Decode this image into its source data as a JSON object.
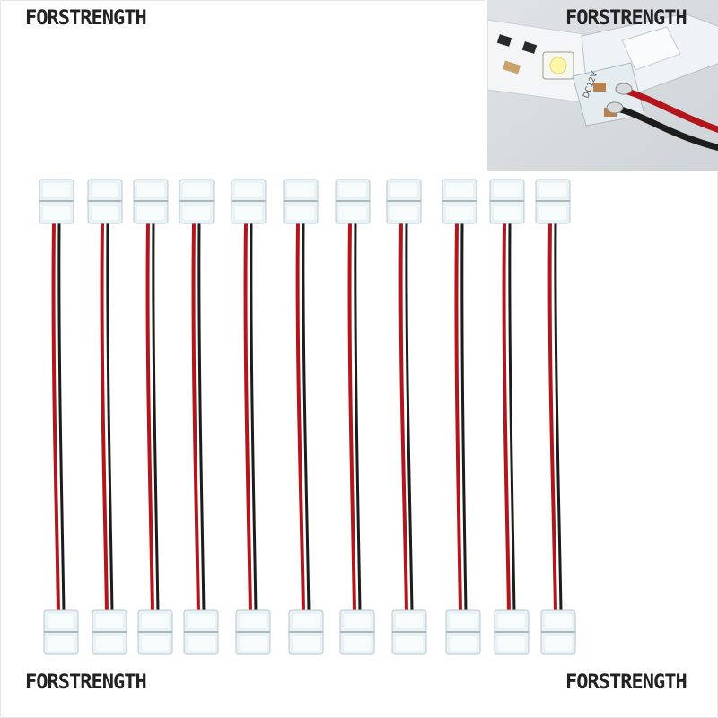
{
  "watermarks": {
    "top_left": "FORSTRENGTH",
    "top_right": "FORSTRENGTH",
    "bottom_left": "FORSTRENGTH",
    "bottom_right": "FORSTRENGTH"
  },
  "inset": {
    "strip_marking": "DC12V"
  },
  "product": {
    "connector_count": 11,
    "connector_color": "#e9f2f4",
    "wire_red": "#b3151d",
    "wire_black": "#1c1c1c"
  }
}
